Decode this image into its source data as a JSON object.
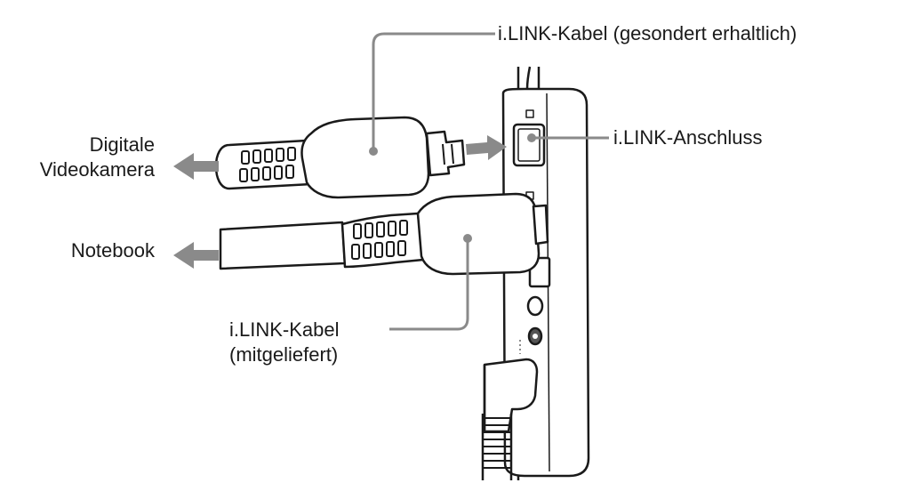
{
  "labels": {
    "top_cable": "i.LINK-Kabel (gesondert erhaltlich)",
    "port": "i.LINK-Anschluss",
    "camera_line1": "Digitale",
    "camera_line2": "Videokamera",
    "notebook": "Notebook",
    "bottom_cable_line1": "i.LINK-Kabel",
    "bottom_cable_line2": "(mitgeliefert)"
  },
  "colors": {
    "outline": "#1a1a1a",
    "leader_line": "#8a8a8a",
    "arrow": "#8a8a8a",
    "plug_fill": "#ffffff",
    "grip_dark": "#2a2a2a"
  }
}
